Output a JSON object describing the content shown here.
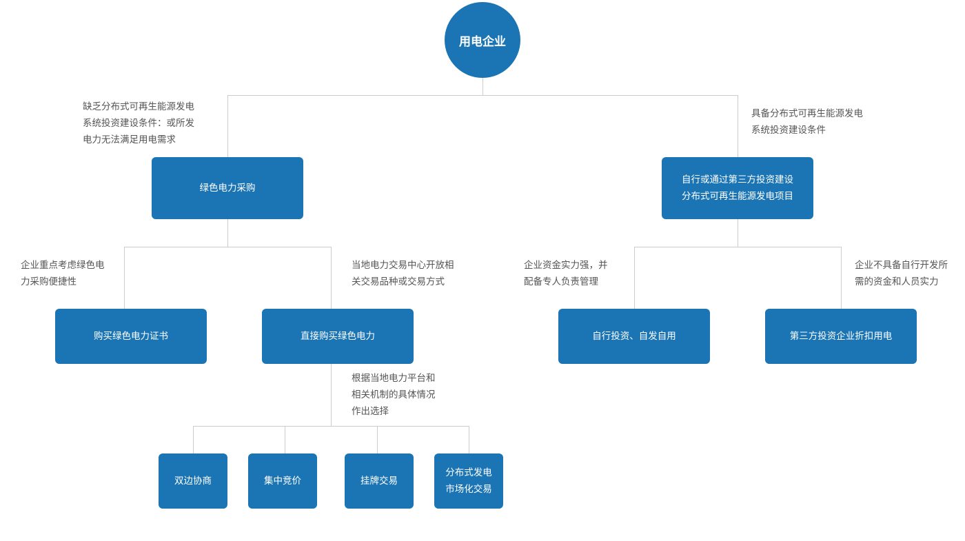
{
  "root": {
    "label": "用电企业"
  },
  "nodes": {
    "green_power_purchase": [
      "绿色电力采购"
    ],
    "self_or_third_party_build": [
      "自行或通过第三方投资建设",
      "分布式可再生能源发电项目"
    ],
    "buy_green_certificate": [
      "购买绿色电力证书"
    ],
    "direct_buy_green_power": [
      "直接购买绿色电力"
    ],
    "self_invest_self_use": [
      "自行投资、自发自用"
    ],
    "third_party_discount": [
      "第三方投资企业折扣用电"
    ],
    "bilateral_negotiation": [
      "双边协商"
    ],
    "centralized_bidding": [
      "集中竞价"
    ],
    "listing_trade": [
      "挂牌交易"
    ],
    "distributed_market_trade": [
      "分布式发电",
      "市场化交易"
    ]
  },
  "notes": {
    "lacks_conditions": [
      "缺乏分布式可再生能源发电",
      "系统投资建设条件：或所发",
      "电力无法满足用电需求"
    ],
    "has_conditions": [
      "具备分布式可再生能源发电",
      "系统投资建设条件"
    ],
    "focus_convenience": [
      "企业重点考虑绿色电",
      "力采购便捷性"
    ],
    "local_exchange_open": [
      "当地电力交易中心开放相",
      "关交易品种或交易方式"
    ],
    "strong_capital": [
      "企业资金实力强，并",
      "配备专人负责管理"
    ],
    "lacks_capital": [
      "企业不具备自行开发所",
      "需的资金和人员实力"
    ],
    "choose_by_platform": [
      "根据当地电力平台和",
      "相关机制的具体情况",
      "作出选择"
    ]
  },
  "colors": {
    "node_fill": "#1b75b5",
    "connector": "#cccccc",
    "note_text": "#555555"
  }
}
